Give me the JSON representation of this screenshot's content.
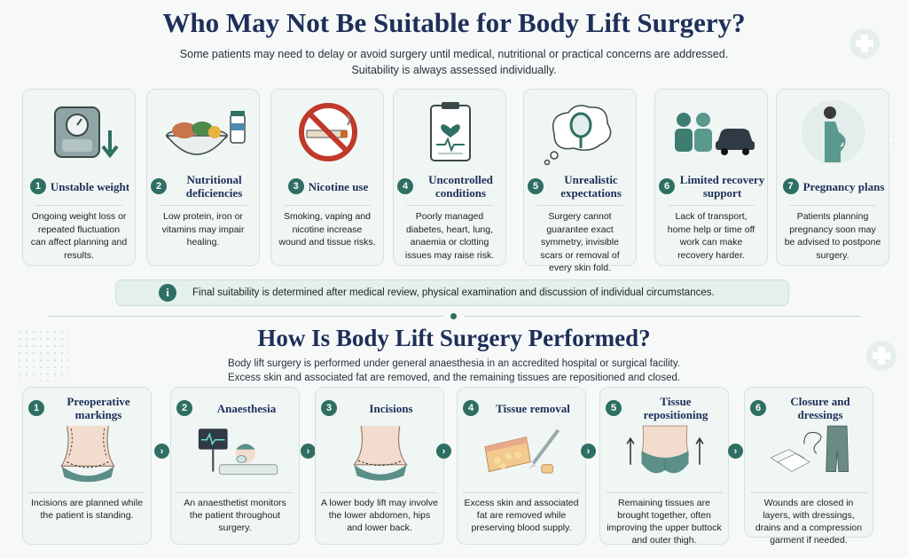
{
  "section1": {
    "title": "Who May Not Be Suitable for Body Lift Surgery?",
    "subtitle_line1": "Some patients may need to delay or avoid surgery until medical, nutritional or practical concerns are addressed.",
    "subtitle_line2": "Suitability is always assessed individually.",
    "cards": [
      {
        "num": "1",
        "title": "Unstable weight",
        "icon": "scale-icon",
        "desc": "Ongoing weight loss or repeated fluctuation can affect planning and results."
      },
      {
        "num": "2",
        "title": "Nutritional deficiencies",
        "icon": "food-bowl-icon",
        "desc": "Low protein, iron or vitamins may impair healing."
      },
      {
        "num": "3",
        "title": "Nicotine use",
        "icon": "no-smoking-icon",
        "desc": "Smoking, vaping and nicotine increase wound and tissue risks."
      },
      {
        "num": "4",
        "title": "Uncontrolled conditions",
        "icon": "clipboard-heart-icon",
        "desc": "Poorly managed diabetes, heart, lung, anaemia or clotting issues may raise risk."
      },
      {
        "num": "5",
        "title": "Unrealistic expectations",
        "icon": "thought-mirror-icon",
        "desc": "Surgery cannot guarantee exact symmetry, invisible scars or removal of every skin fold."
      },
      {
        "num": "6",
        "title": "Limited recovery support",
        "icon": "people-car-icon",
        "desc": "Lack of transport, home help or time off work can make recovery harder."
      },
      {
        "num": "7",
        "title": "Pregnancy plans",
        "icon": "pregnant-woman-icon",
        "desc": "Patients planning pregnancy soon may be advised to postpone surgery."
      }
    ],
    "note": {
      "icon_text": "i",
      "text": "Final suitability is determined after medical review, physical examination and discussion of individual circumstances."
    }
  },
  "section2": {
    "title": "How Is Body Lift Surgery Performed?",
    "subtitle_line1": "Body lift surgery is performed under general anaesthesia in an accredited hospital or surgical facility.",
    "subtitle_line2": "Excess skin and associated fat are removed, and the remaining tissues are repositioned and closed.",
    "arrow_glyph": "›",
    "steps": [
      {
        "num": "1",
        "title": "Preoperative markings",
        "icon": "marked-torso-icon",
        "desc": "Incisions are planned while the patient is standing."
      },
      {
        "num": "2",
        "title": "Anaesthesia",
        "icon": "anaesthesia-patient-icon",
        "desc": "An anaesthetist monitors the patient throughout surgery."
      },
      {
        "num": "3",
        "title": "Incisions",
        "icon": "lower-body-incision-icon",
        "desc": "A lower body lift may involve the lower abdomen, hips and lower back."
      },
      {
        "num": "4",
        "title": "Tissue removal",
        "icon": "scalpel-tissue-icon",
        "desc": "Excess skin and associated fat are removed while preserving blood supply."
      },
      {
        "num": "5",
        "title": "Tissue repositioning",
        "icon": "buttock-lift-icon",
        "desc": "Remaining tissues are brought together, often improving the upper buttock and outer thigh."
      },
      {
        "num": "6",
        "title": "Closure and dressings",
        "icon": "dressings-garment-icon",
        "desc": "Wounds are closed in layers, with dressings, drains and a compression garment if needed."
      }
    ]
  },
  "colors": {
    "teal": "#2f6f63",
    "navy": "#1e2f58",
    "card_bg": "#f0f6f4"
  }
}
